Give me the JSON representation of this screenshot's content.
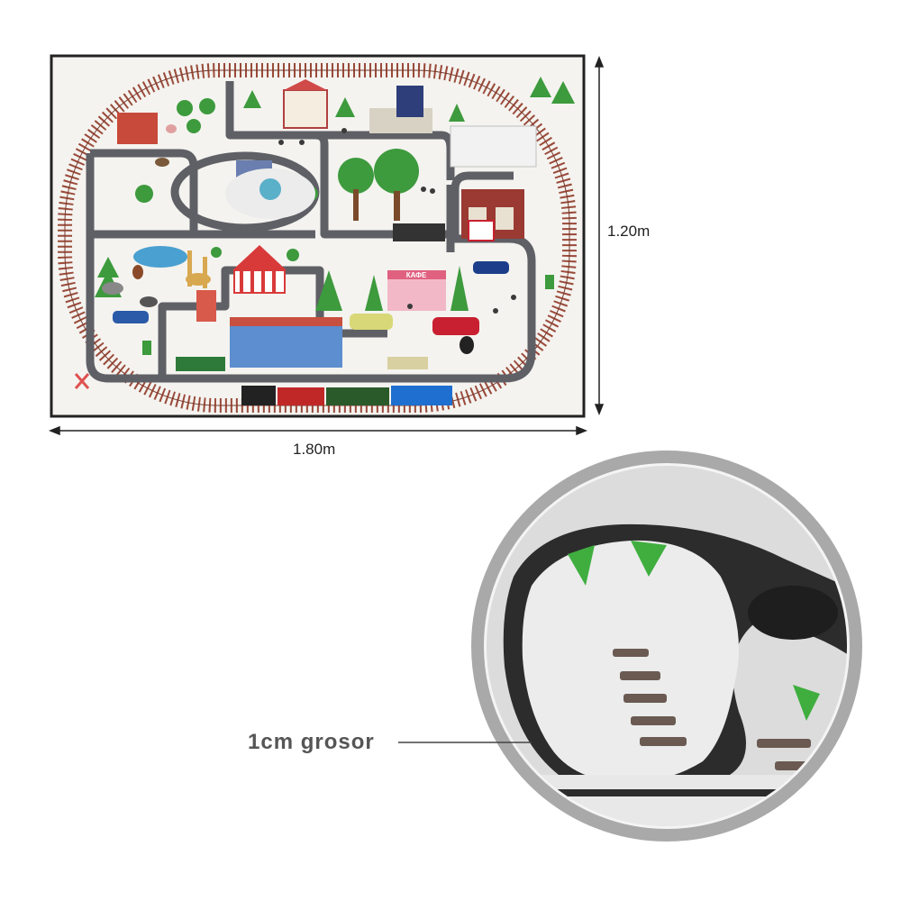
{
  "dimensions": {
    "height_label": "1.20m",
    "width_label": "1.80m"
  },
  "mat": {
    "shop_sign": "КАФЕ"
  },
  "detail": {
    "thickness_label": "1cm grosor"
  },
  "colors": {
    "road": "#5f5f66",
    "rail": "#9a4a3a",
    "mat_bg": "#f4f3ef",
    "ring": "#a9a9a9",
    "backing": "#2c2c2c",
    "tree": "#3d9a3d"
  }
}
